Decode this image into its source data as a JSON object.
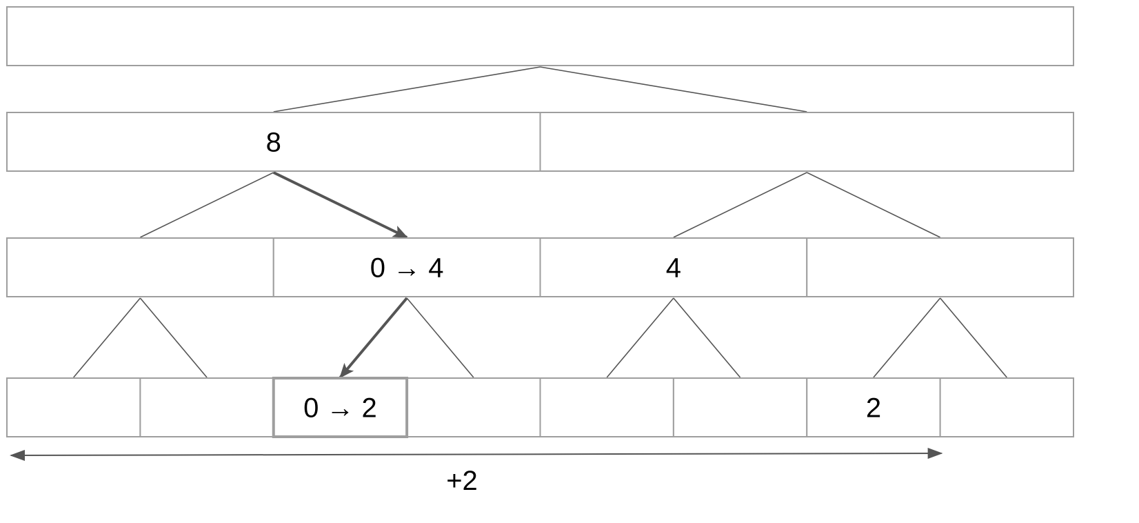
{
  "tree": {
    "levels": [
      {
        "cells": [
          ""
        ]
      },
      {
        "cells": [
          "8",
          ""
        ]
      },
      {
        "cells": [
          "",
          "0 → 4",
          "4",
          ""
        ]
      },
      {
        "cells": [
          "",
          "",
          "0 → 2",
          "",
          "",
          "",
          "2",
          ""
        ]
      }
    ],
    "highlight": {
      "level": 3,
      "cell": 2
    },
    "update_path": [
      {
        "level": 1,
        "cell": 0
      },
      {
        "level": 2,
        "cell": 1
      },
      {
        "level": 3,
        "cell": 2
      }
    ]
  },
  "range_arrow": {
    "label": "+2",
    "from_leaf": 0,
    "to_leaf": 6
  },
  "colors": {
    "cell_border": "#9e9e9e",
    "edge": "#555555",
    "text": "#000000"
  }
}
